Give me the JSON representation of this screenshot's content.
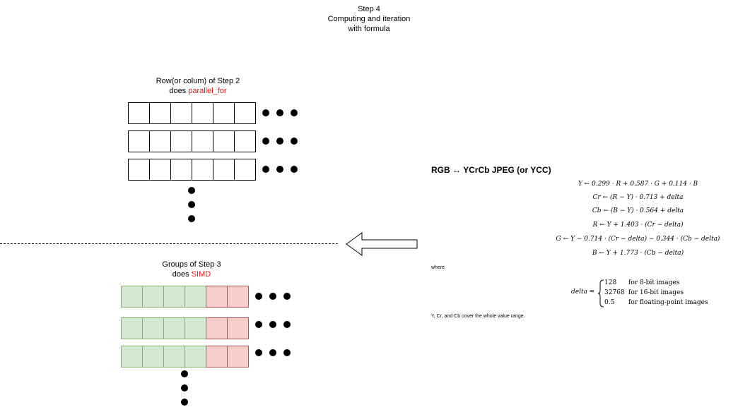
{
  "step4": {
    "line1": "Step 4",
    "line2": "Computing and iteration",
    "line3": "with formula"
  },
  "step2": {
    "line1": "Row(or colum) of Step 2",
    "prefix": "does ",
    "highlight": "parallel_for"
  },
  "step3": {
    "line1": "Groups of Step 3",
    "prefix": "does ",
    "highlight": "SIMD"
  },
  "formula": {
    "title": "RGB ↔ YCrCb JPEG (or YCC)",
    "lines": [
      "Y ← 0.299 · R + 0.587 · G + 0.114 · B",
      "Cr ← (R − Y) · 0.713 + delta",
      "Cb ← (B − Y) · 0.564 + delta",
      "R ← Y + 1.403 · (Cr − delta)",
      "G ← Y − 0.714 · (Cr − delta) − 0.344 · (Cb − delta)",
      "B ← Y + 1.773 · (Cb − delta)"
    ],
    "where": "where",
    "delta_label": "delta =",
    "cases": [
      {
        "value": "128",
        "desc": "for 8-bit images"
      },
      {
        "value": "32768",
        "desc": "for 16-bit images"
      },
      {
        "value": "0.5",
        "desc": "for floating-point images"
      }
    ],
    "note": "Y, Cr, and Cb cover the whole value range."
  },
  "colors": {
    "green_fill": "#d5e8d4",
    "green_stroke": "#82b366",
    "pink_fill": "#f8cecc",
    "pink_stroke": "#b85450",
    "highlight": "#e61a1a"
  }
}
